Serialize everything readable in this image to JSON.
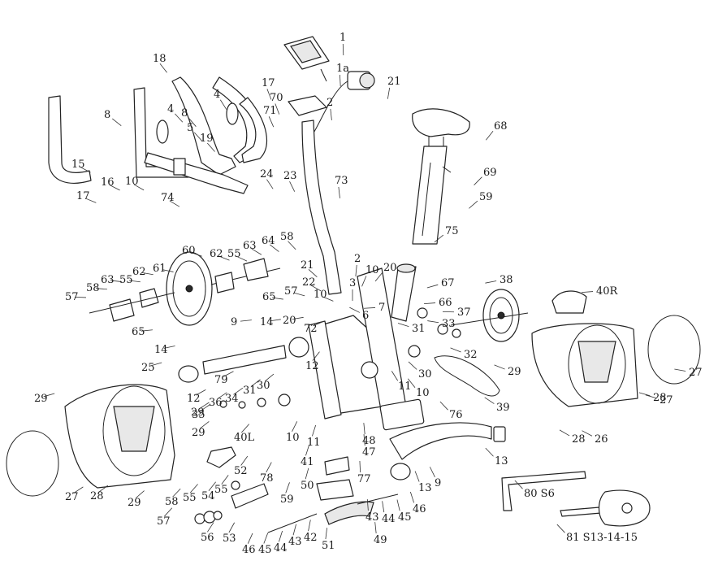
{
  "labels": [
    {
      "id": "l1",
      "text": "1"
    },
    {
      "id": "l1a",
      "text": "1a"
    },
    {
      "id": "l2a",
      "text": "2"
    },
    {
      "id": "l21a",
      "text": "21"
    },
    {
      "id": "l68",
      "text": "68"
    },
    {
      "id": "l18",
      "text": "18"
    },
    {
      "id": "l17a",
      "text": "17"
    },
    {
      "id": "l70",
      "text": "70"
    },
    {
      "id": "l71",
      "text": "71"
    },
    {
      "id": "l4a",
      "text": "4"
    },
    {
      "id": "l4b",
      "text": "4"
    },
    {
      "id": "l8a",
      "text": "8"
    },
    {
      "id": "l8b",
      "text": "8"
    },
    {
      "id": "l5",
      "text": "5"
    },
    {
      "id": "l19",
      "text": "19"
    },
    {
      "id": "l15",
      "text": "15"
    },
    {
      "id": "l16",
      "text": "16"
    },
    {
      "id": "l10a",
      "text": "10"
    },
    {
      "id": "l74",
      "text": "74"
    },
    {
      "id": "l17b",
      "text": "17"
    },
    {
      "id": "l24",
      "text": "24"
    },
    {
      "id": "l23",
      "text": "23"
    },
    {
      "id": "l73",
      "text": "73"
    },
    {
      "id": "l69",
      "text": "69"
    },
    {
      "id": "l59a",
      "text": "59"
    },
    {
      "id": "l75",
      "text": "75"
    },
    {
      "id": "l60",
      "text": "60"
    },
    {
      "id": "l62a",
      "text": "62"
    },
    {
      "id": "l55a",
      "text": "55"
    },
    {
      "id": "l63a",
      "text": "63"
    },
    {
      "id": "l64",
      "text": "64"
    },
    {
      "id": "l58a",
      "text": "58"
    },
    {
      "id": "l21b",
      "text": "21"
    },
    {
      "id": "l2b",
      "text": "2"
    },
    {
      "id": "l10b",
      "text": "10"
    },
    {
      "id": "l20a",
      "text": "20"
    },
    {
      "id": "l67",
      "text": "67"
    },
    {
      "id": "l22",
      "text": "22"
    },
    {
      "id": "l3",
      "text": "3"
    },
    {
      "id": "l57a",
      "text": "57"
    },
    {
      "id": "l65a",
      "text": "65"
    },
    {
      "id": "l61",
      "text": "61"
    },
    {
      "id": "l63b",
      "text": "63"
    },
    {
      "id": "l55b",
      "text": "55"
    },
    {
      "id": "l62b",
      "text": "62"
    },
    {
      "id": "l58b",
      "text": "58"
    },
    {
      "id": "l57b",
      "text": "57"
    },
    {
      "id": "l65b",
      "text": "65"
    },
    {
      "id": "l10c",
      "text": "10"
    },
    {
      "id": "l7",
      "text": "7"
    },
    {
      "id": "l20b",
      "text": "20"
    },
    {
      "id": "l6",
      "text": "6"
    },
    {
      "id": "l66",
      "text": "66"
    },
    {
      "id": "l38",
      "text": "38"
    },
    {
      "id": "l40R",
      "text": "40R"
    },
    {
      "id": "l37",
      "text": "37"
    },
    {
      "id": "l33",
      "text": "33"
    },
    {
      "id": "l31a",
      "text": "31"
    },
    {
      "id": "l32",
      "text": "32"
    },
    {
      "id": "l9a",
      "text": "9"
    },
    {
      "id": "l14a",
      "text": "14"
    },
    {
      "id": "l72",
      "text": "72"
    },
    {
      "id": "l14b",
      "text": "14"
    },
    {
      "id": "l12a",
      "text": "12"
    },
    {
      "id": "l30a",
      "text": "30"
    },
    {
      "id": "l25",
      "text": "25"
    },
    {
      "id": "l79",
      "text": "79"
    },
    {
      "id": "l12b",
      "text": "12"
    },
    {
      "id": "l31b",
      "text": "31"
    },
    {
      "id": "l30b",
      "text": "30"
    },
    {
      "id": "l34",
      "text": "34"
    },
    {
      "id": "l36",
      "text": "36"
    },
    {
      "id": "l35",
      "text": "35"
    },
    {
      "id": "l11a",
      "text": "11"
    },
    {
      "id": "l10d",
      "text": "10"
    },
    {
      "id": "l29a",
      "text": "29"
    },
    {
      "id": "l29b",
      "text": "29"
    },
    {
      "id": "l29c",
      "text": "29"
    },
    {
      "id": "l27a",
      "text": "27"
    },
    {
      "id": "l39",
      "text": "39"
    },
    {
      "id": "l28a",
      "text": "28"
    },
    {
      "id": "l26",
      "text": "26"
    },
    {
      "id": "l28b",
      "text": "28"
    },
    {
      "id": "l27b",
      "text": "27"
    },
    {
      "id": "l29d",
      "text": "29"
    },
    {
      "id": "l40L",
      "text": "40L"
    },
    {
      "id": "l10e",
      "text": "10"
    },
    {
      "id": "l11b",
      "text": "11"
    },
    {
      "id": "l48",
      "text": "48"
    },
    {
      "id": "l47",
      "text": "47"
    },
    {
      "id": "l76",
      "text": "76"
    },
    {
      "id": "l13a",
      "text": "13"
    },
    {
      "id": "l9b",
      "text": "9"
    },
    {
      "id": "l13b",
      "text": "13"
    },
    {
      "id": "l41",
      "text": "41"
    },
    {
      "id": "l77",
      "text": "77"
    },
    {
      "id": "l52",
      "text": "52"
    },
    {
      "id": "l78",
      "text": "78"
    },
    {
      "id": "l50",
      "text": "50"
    },
    {
      "id": "l28c",
      "text": "28"
    },
    {
      "id": "l29e",
      "text": "29"
    },
    {
      "id": "l27c",
      "text": "27"
    },
    {
      "id": "l55c",
      "text": "55"
    },
    {
      "id": "l58c",
      "text": "58"
    },
    {
      "id": "l55d",
      "text": "55"
    },
    {
      "id": "l54",
      "text": "54"
    },
    {
      "id": "l59b",
      "text": "59"
    },
    {
      "id": "l57c",
      "text": "57"
    },
    {
      "id": "l56",
      "text": "56"
    },
    {
      "id": "l53",
      "text": "53"
    },
    {
      "id": "l43a",
      "text": "43"
    },
    {
      "id": "l44a",
      "text": "44"
    },
    {
      "id": "l45a",
      "text": "45"
    },
    {
      "id": "l46a",
      "text": "46"
    },
    {
      "id": "l42",
      "text": "42"
    },
    {
      "id": "l43b",
      "text": "43"
    },
    {
      "id": "l44b",
      "text": "44"
    },
    {
      "id": "l45b",
      "text": "45"
    },
    {
      "id": "l46b",
      "text": "46"
    },
    {
      "id": "l51",
      "text": "51"
    },
    {
      "id": "l49",
      "text": "49"
    },
    {
      "id": "l80",
      "text": "80 S6"
    },
    {
      "id": "l81",
      "text": "81 S13-14-15"
    }
  ]
}
